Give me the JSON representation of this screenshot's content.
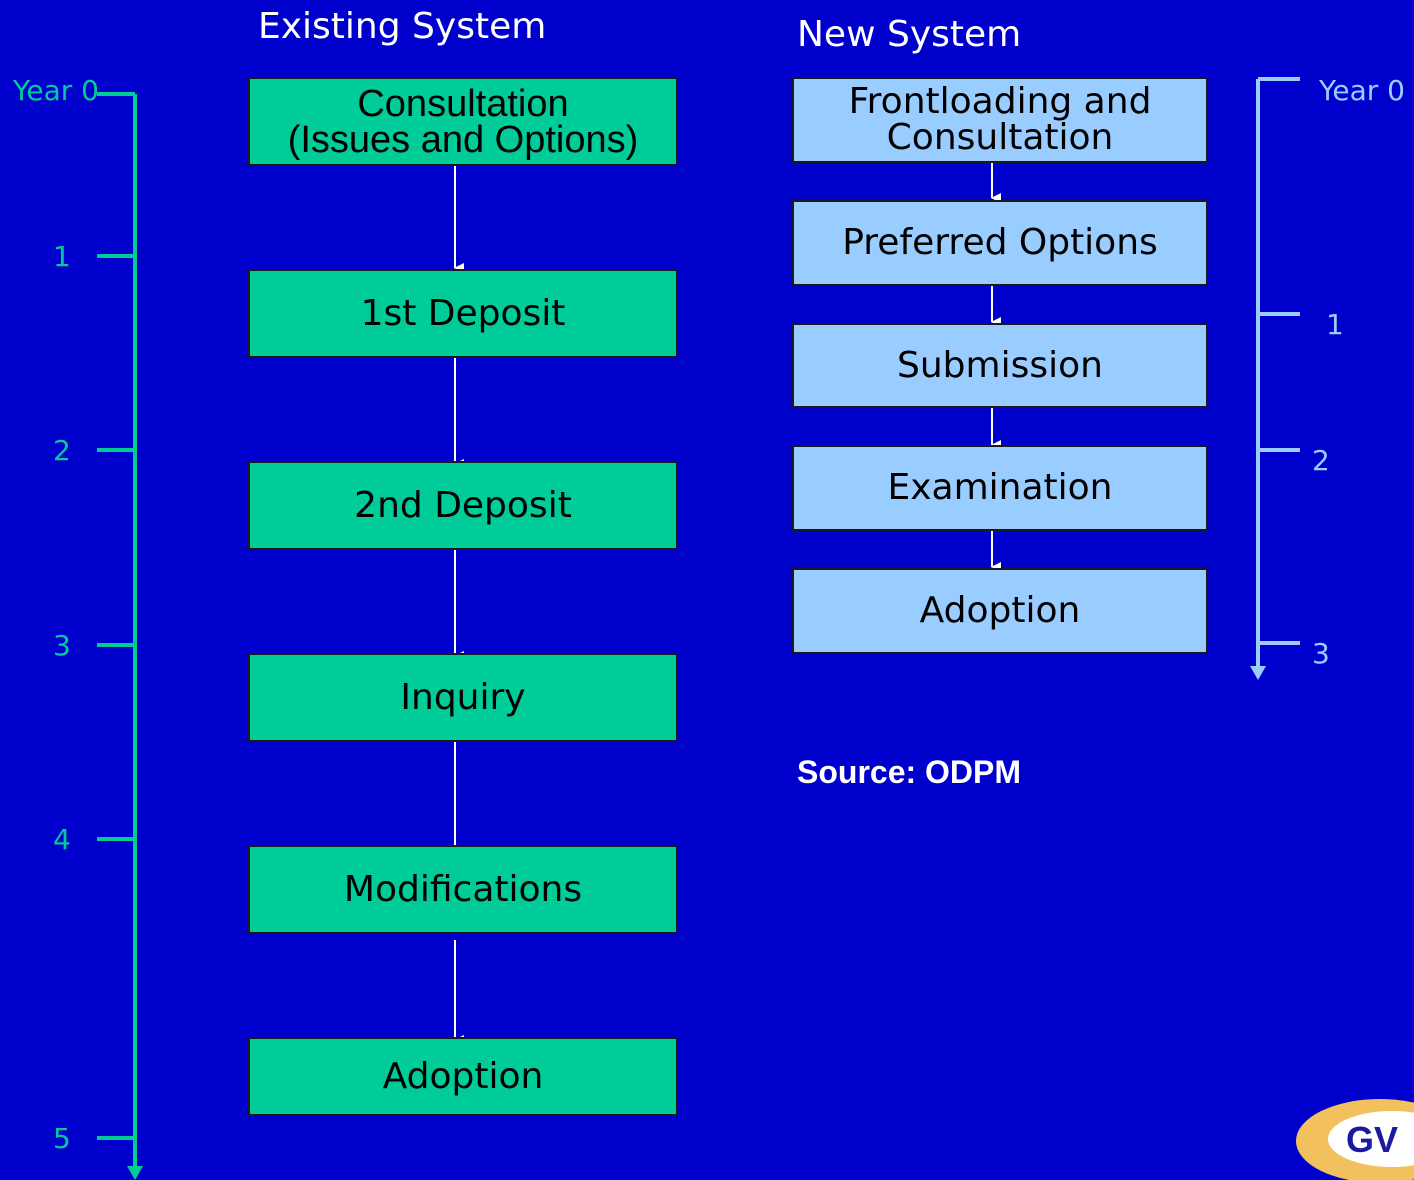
{
  "existing": {
    "title": "Existing System",
    "steps": [
      {
        "line1": "Consultation",
        "line2": "(Issues and Options)"
      },
      {
        "line1": "1st Deposit"
      },
      {
        "line1": "2nd Deposit"
      },
      {
        "line1": "Inquiry"
      },
      {
        "line1": "Modifications"
      },
      {
        "line1": "Adoption"
      }
    ],
    "timeline": [
      "Year 0",
      "1",
      "2",
      "3",
      "4",
      "5"
    ]
  },
  "new": {
    "title": "New System",
    "steps": [
      {
        "line1": "Frontloading and",
        "line2": "Consultation"
      },
      {
        "line1": "Preferred Options"
      },
      {
        "line1": "Submission"
      },
      {
        "line1": "Examination"
      },
      {
        "line1": "Adoption"
      }
    ],
    "timeline": [
      "Year 0",
      "1",
      "2",
      "3"
    ]
  },
  "source": "Source: ODPM",
  "logo_text": "GV",
  "colors": {
    "background": "#0000cc",
    "existing_box": "#00cc99",
    "new_box": "#99ccff",
    "logo_ring": "#f2c15e"
  }
}
